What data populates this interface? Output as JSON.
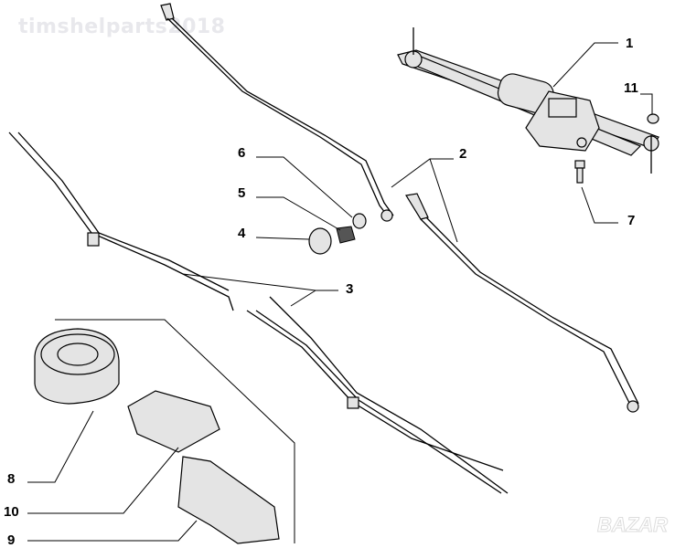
{
  "watermark": "timshelparts2018",
  "logo": "BAZAR",
  "callouts": [
    "1",
    "11",
    "2",
    "6",
    "5",
    "4",
    "7",
    "3",
    "8",
    "10",
    "9"
  ]
}
